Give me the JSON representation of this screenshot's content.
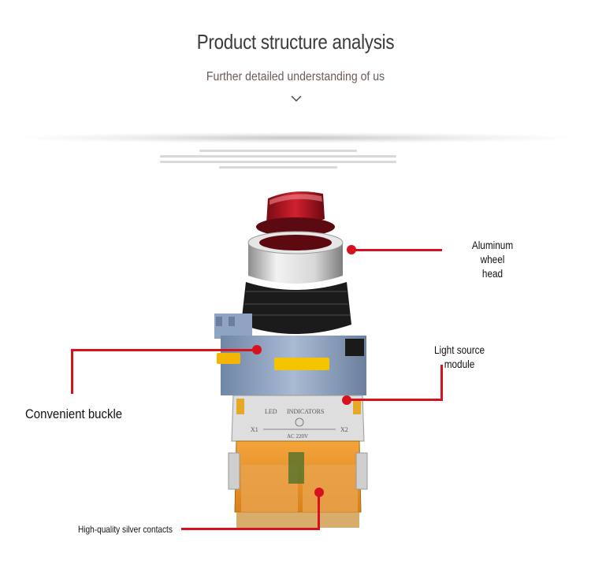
{
  "header": {
    "title": "Product structure analysis",
    "subtitle": "Further detailed understanding of us",
    "chevron_icon": "chevron-down-icon"
  },
  "product": {
    "name_icon": "selector-switch-icon",
    "label_led": "LED",
    "label_indicators": "INDICATORS",
    "label_x1": "X1",
    "label_x2": "X2",
    "label_voltage": "AC 220V"
  },
  "callouts": {
    "aluminum_line1": "Aluminum wheel",
    "aluminum_line2": "head",
    "light_source": "Light source module",
    "buckle": "Convenient buckle",
    "contacts": "High-quality silver contacts"
  },
  "colors": {
    "accent": "#d6121e",
    "text": "#111111",
    "title": "#3a3a3a",
    "subtitle": "#6b5a55"
  }
}
